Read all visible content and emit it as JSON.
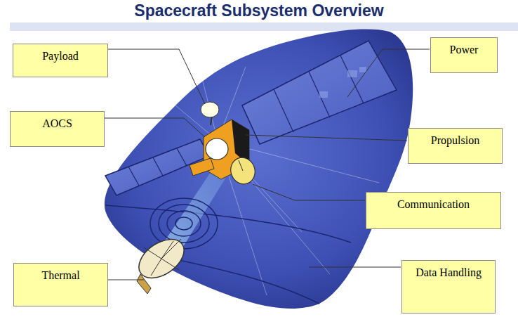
{
  "diagram": {
    "title": "Spacecraft Subsystem Overview",
    "nodes": [
      {
        "text": [
          "Payload"
        ]
      },
      {
        "text": [
          "Power"
        ]
      },
      {
        "text": [
          "AOCS"
        ]
      },
      {
        "text": [
          "Propulsion"
        ]
      },
      {
        "text": [
          "Communication"
        ]
      },
      {
        "text": [
          "Thermal"
        ]
      },
      {
        "text": [
          "Data Handling"
        ]
      }
    ]
  }
}
